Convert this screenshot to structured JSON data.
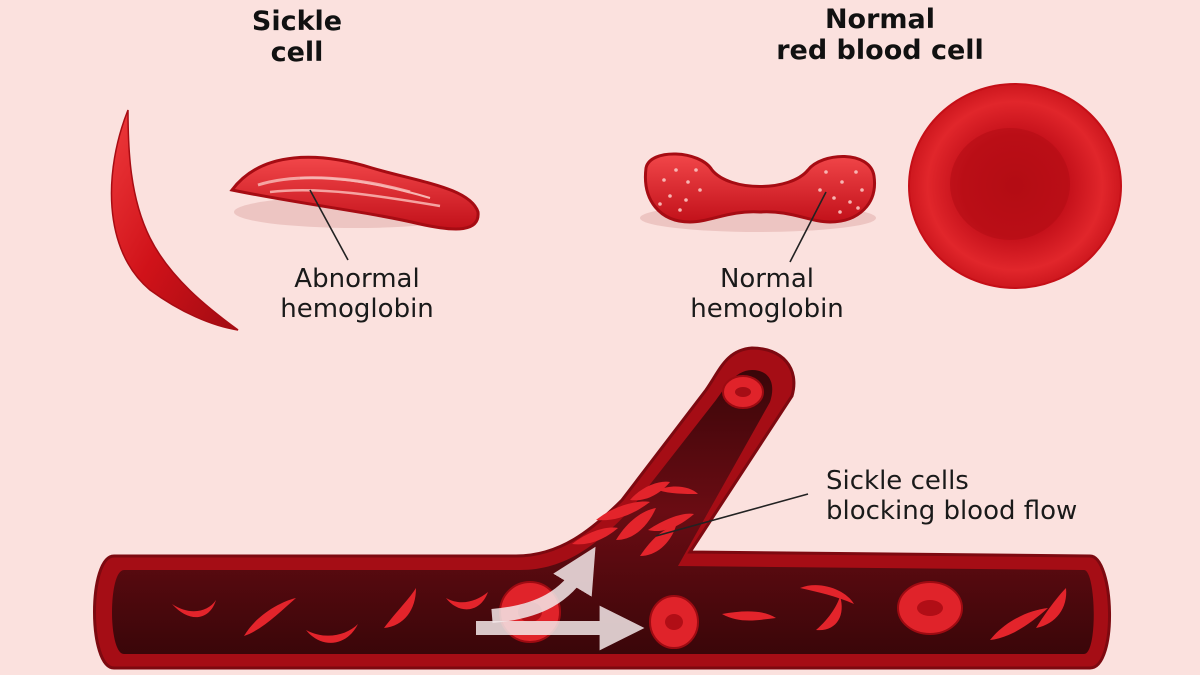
{
  "titles": {
    "sickle": [
      "Sickle",
      "cell"
    ],
    "normal": [
      "Normal",
      "red blood cell"
    ]
  },
  "labels": {
    "abnormal": [
      "Abnormal",
      "hemoglobin"
    ],
    "normal": [
      "Normal",
      "hemoglobin"
    ],
    "blocking": [
      "Sickle cells",
      "blocking blood flow"
    ]
  },
  "colors": {
    "background": "#fbe1de",
    "cell_red": "#d9141b",
    "dark_red": "#8f0a12",
    "vessel_inner": "#5a0a10",
    "arrow": "#f4e9ea"
  }
}
